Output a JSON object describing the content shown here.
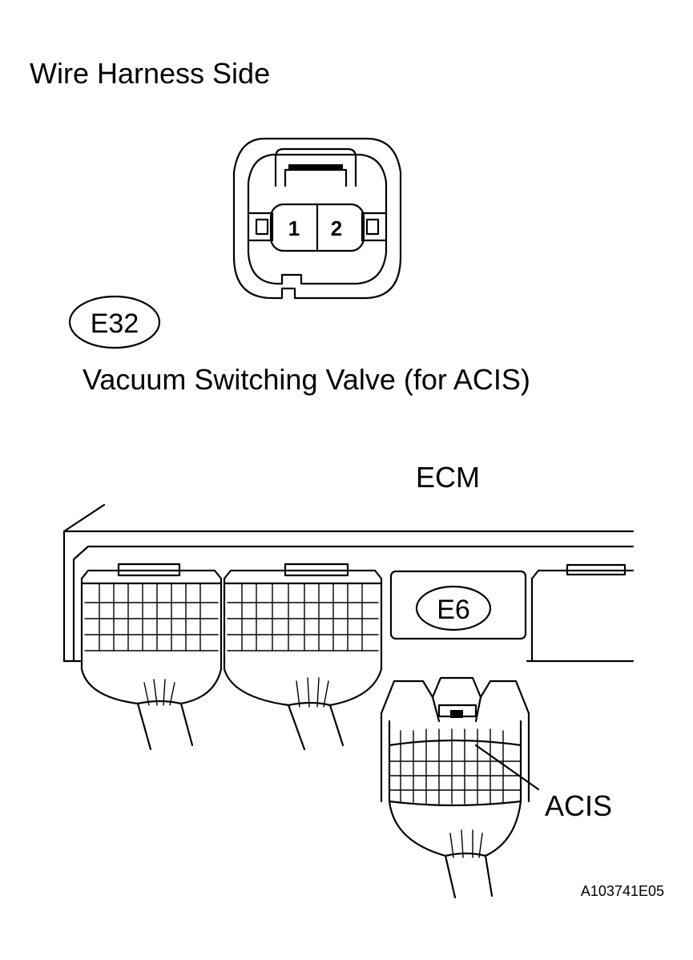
{
  "view_label": "Wire Harness Side",
  "sensor_connector": {
    "code": "E32",
    "name": "Vacuum Switching Valve (for ACIS)",
    "pins": [
      "1",
      "2"
    ]
  },
  "ecm": {
    "label": "ECM",
    "connector_code": "E6",
    "terminal_label": "ACIS"
  },
  "figure_id": "A103741E05"
}
